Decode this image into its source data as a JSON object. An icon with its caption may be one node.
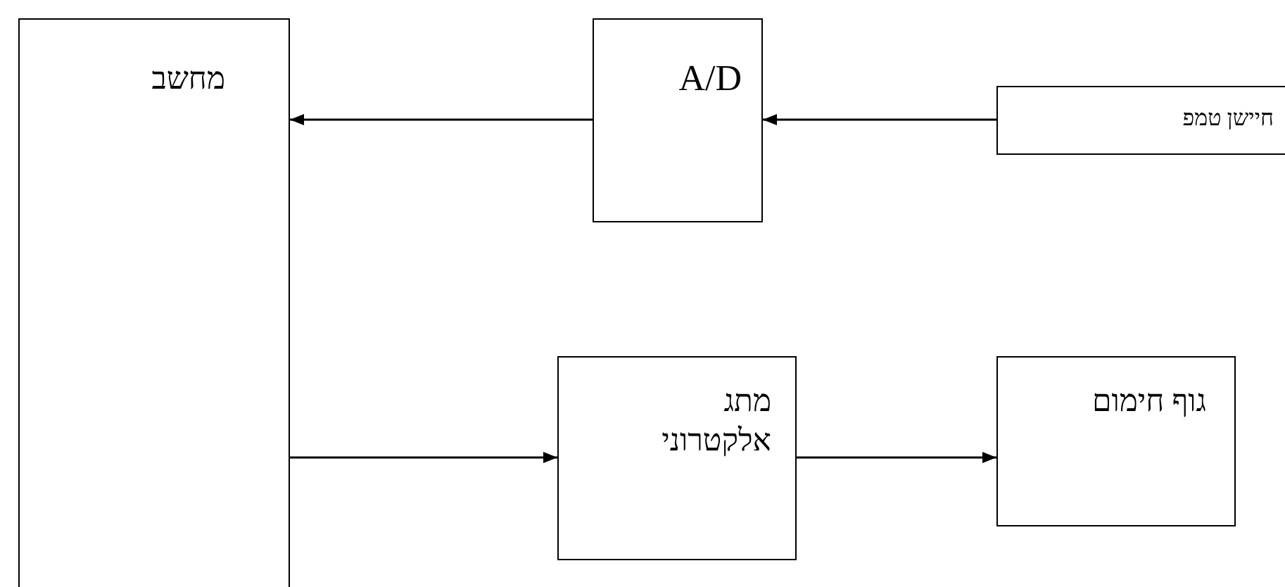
{
  "diagram": {
    "nodes": [
      {
        "text": [
          "מחשב"
        ]
      },
      {
        "text": [
          "A/D"
        ]
      },
      {
        "text": [
          "חיישן טמפ"
        ]
      },
      {
        "text": [
          "מתג אלקטרוני"
        ]
      },
      {
        "text": [
          "גוף חימום"
        ]
      }
    ],
    "edges": [
      {
        "from": 2,
        "to": 1,
        "arrow": "to"
      },
      {
        "from": 1,
        "to": 0,
        "arrow": "to"
      },
      {
        "from": 0,
        "to": 3,
        "arrow": "to"
      },
      {
        "from": 3,
        "to": 4,
        "arrow": "to"
      }
    ]
  }
}
